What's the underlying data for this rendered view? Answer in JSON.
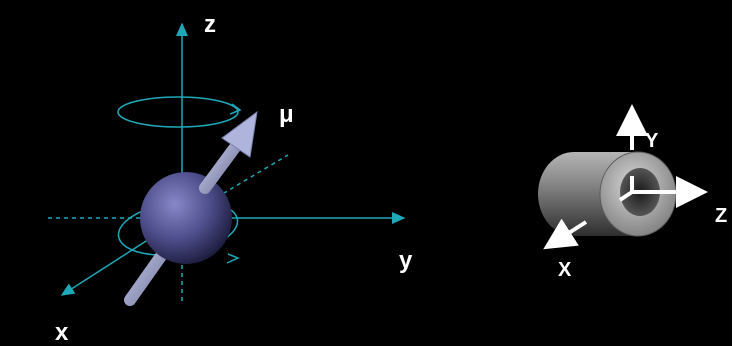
{
  "spin_diagram": {
    "axis_z_label": "z",
    "axis_y_label": "y",
    "axis_x_label": "x",
    "moment_label": "μ"
  },
  "coil_diagram": {
    "axis_y_label": "Y",
    "axis_z_label": "Z",
    "axis_x_label": "X"
  },
  "colors": {
    "background": "#000000",
    "axis_line": "#1fa8b8",
    "label_text": "#ffffff",
    "sphere": "#5a5a9a",
    "vector": "#a8b0d8",
    "cylinder": "#7a7a7a",
    "coil_arrow": "#ffffff"
  }
}
